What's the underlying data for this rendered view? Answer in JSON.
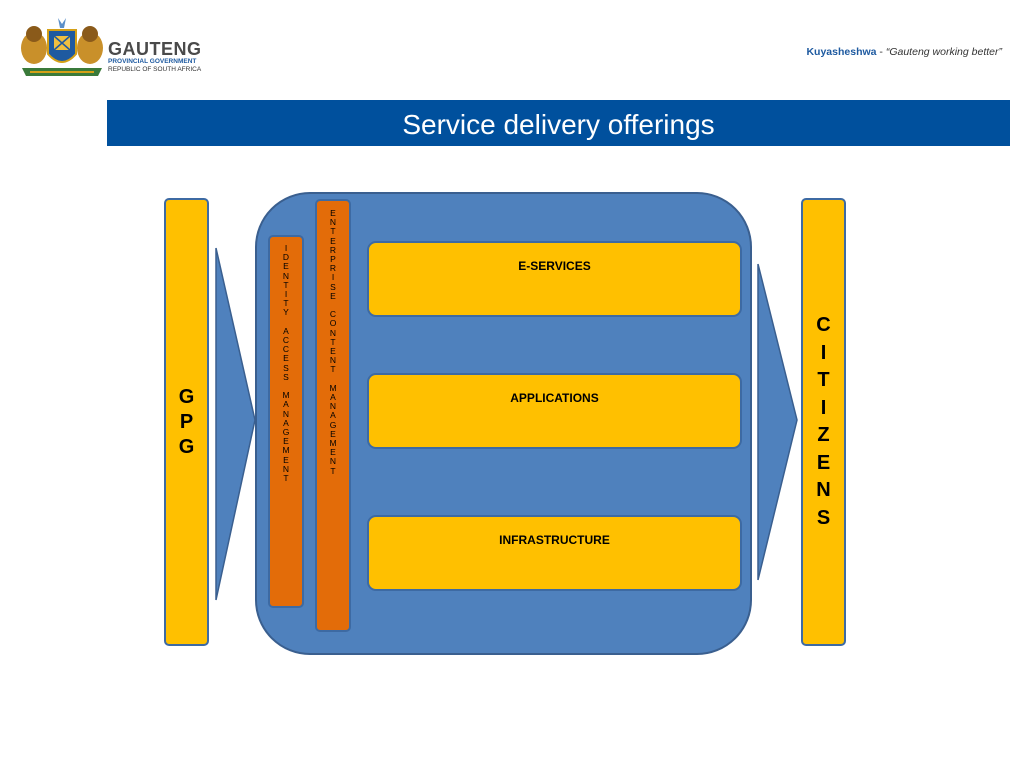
{
  "header": {
    "logo_name": "GAUTENG",
    "logo_sub1": "PROVINCIAL GOVERNMENT",
    "logo_sub2": "REPUBLIC OF SOUTH AFRICA",
    "tagline_brand": "Kuyasheshwa",
    "tagline_sep": " - ",
    "tagline_quote": "“Gauteng working better”"
  },
  "title": "Service delivery offerings",
  "left_box": [
    "G",
    "P",
    "G"
  ],
  "right_box": [
    "C",
    "I",
    "T",
    "I",
    "Z",
    "E",
    "N",
    "S"
  ],
  "identity_bar": [
    "I",
    "D",
    "E",
    "N",
    "T",
    "I",
    "T",
    "Y",
    "",
    "A",
    "C",
    "C",
    "E",
    "S",
    "S",
    "",
    "M",
    "A",
    "N",
    "A",
    "G",
    "E",
    "M",
    "E",
    "N",
    "T"
  ],
  "enterprise_bar": [
    "E",
    "N",
    "T",
    "E",
    "R",
    "P",
    "R",
    "I",
    "S",
    "E",
    "",
    "C",
    "O",
    "N",
    "T",
    "E",
    "N",
    "T",
    "",
    "M",
    "A",
    "N",
    "A",
    "G",
    "E",
    "M",
    "E",
    "N",
    "T"
  ],
  "services": [
    "E-SERVICES",
    "APPLICATIONS",
    "INFRASTRUCTURE"
  ],
  "colors": {
    "title_bar": "#00509d",
    "box_yellow": "#ffc000",
    "container_blue": "#4f81bd",
    "bar_orange": "#e36c09",
    "border_blue": "#3d6aa3"
  }
}
